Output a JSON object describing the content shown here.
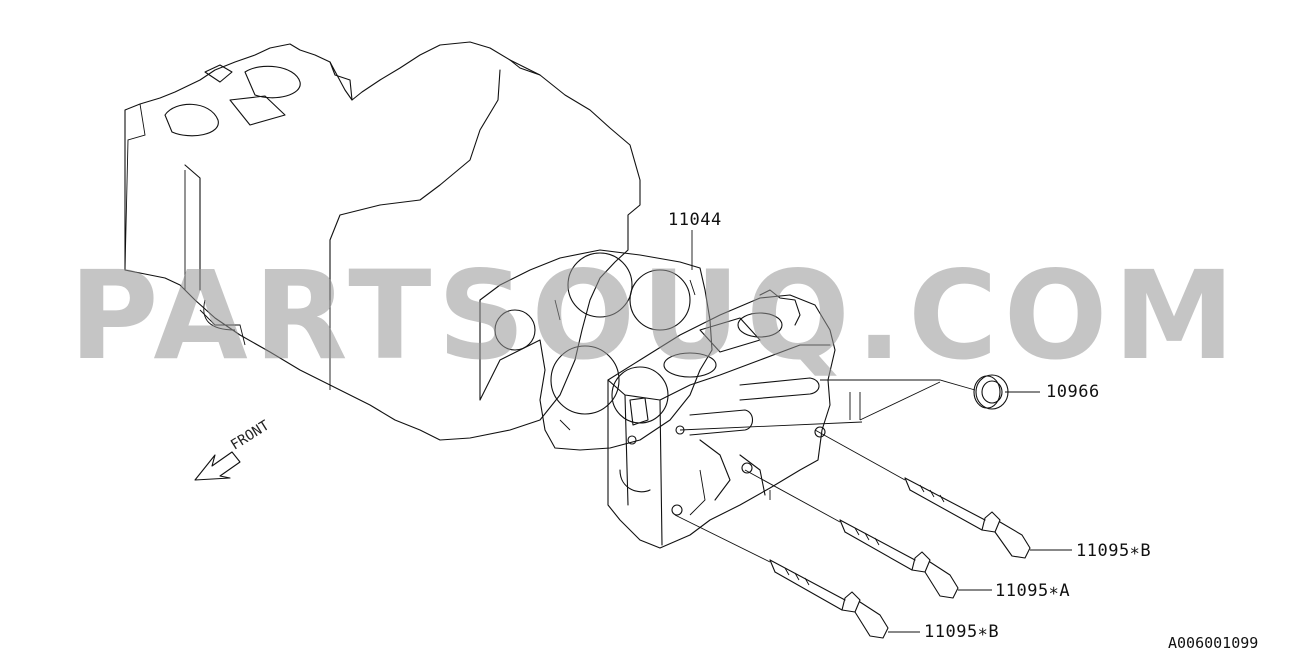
{
  "parts": [
    {
      "id": "head_gasket",
      "number": "11044"
    },
    {
      "id": "seal",
      "number": "10966"
    },
    {
      "id": "bolt_b_upper",
      "number": "11095∗B"
    },
    {
      "id": "bolt_a",
      "number": "11095∗A"
    },
    {
      "id": "bolt_b_lower",
      "number": "11095∗B"
    }
  ],
  "front_label": "FRONT",
  "reference_code": "A006001099",
  "watermark": "PARTSOUQ.COM"
}
